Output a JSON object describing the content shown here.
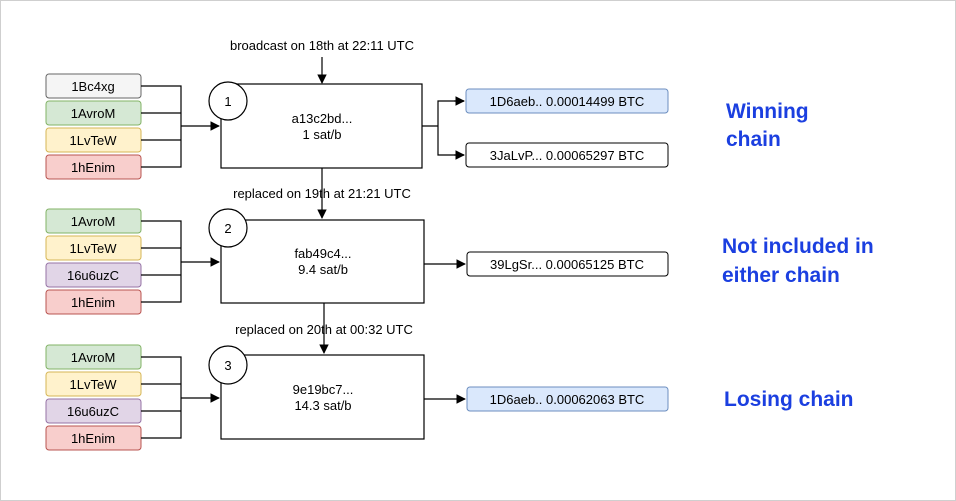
{
  "events": {
    "broadcast": "broadcast on 18th at 22:11 UTC",
    "replaced1": "replaced on 19th at 21:21 UTC",
    "replaced2": "replaced on 20th at 00:32 UTC"
  },
  "transactions": [
    {
      "number": "1",
      "txid": "a13c2bd...",
      "feerate": "1 sat/b",
      "inputs": [
        "1Bc4xg",
        "1AvroM",
        "1LvTeW",
        "1hEnim"
      ],
      "outputs": [
        "1D6aeb.. 0.00014499 BTC",
        "3JaLvP... 0.00065297 BTC"
      ],
      "label_line1": "Winning",
      "label_line2": "chain"
    },
    {
      "number": "2",
      "txid": "fab49c4...",
      "feerate": "9.4 sat/b",
      "inputs": [
        "1AvroM",
        "1LvTeW",
        "16u6uzC",
        "1hEnim"
      ],
      "outputs": [
        "39LgSr... 0.00065125 BTC"
      ],
      "label_line1": "Not included in",
      "label_line2": "either chain"
    },
    {
      "number": "3",
      "txid": "9e19bc7...",
      "feerate": "14.3 sat/b",
      "inputs": [
        "1AvroM",
        "1LvTeW",
        "16u6uzC",
        "1hEnim"
      ],
      "outputs": [
        "1D6aeb.. 0.00062063 BTC"
      ],
      "label_line1": "Losing chain",
      "label_line2": ""
    }
  ],
  "colors": {
    "input_gray": "#f5f5f5",
    "input_green": "#d5e8d4",
    "input_yellow": "#fff2cc",
    "input_purple": "#e1d5e7",
    "input_red": "#f8cecc",
    "output_blue": "#dae8fc",
    "label_blue": "#1b3fe0"
  }
}
